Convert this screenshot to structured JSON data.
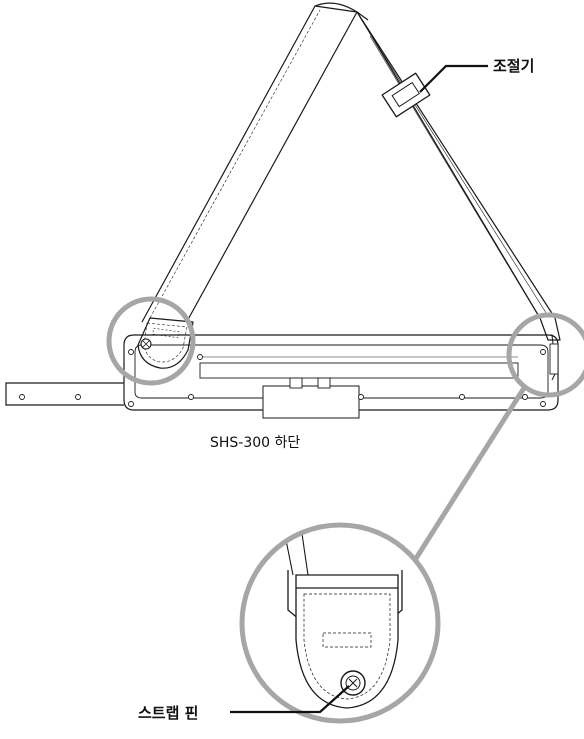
{
  "labels": {
    "adjuster": "조절기",
    "model_bottom": "SHS-300 하단",
    "strap_pin": "스트랩 핀"
  },
  "colors": {
    "line": "#1a1a1a",
    "callout_circle": "#a6a6a6",
    "background": "#ffffff"
  }
}
